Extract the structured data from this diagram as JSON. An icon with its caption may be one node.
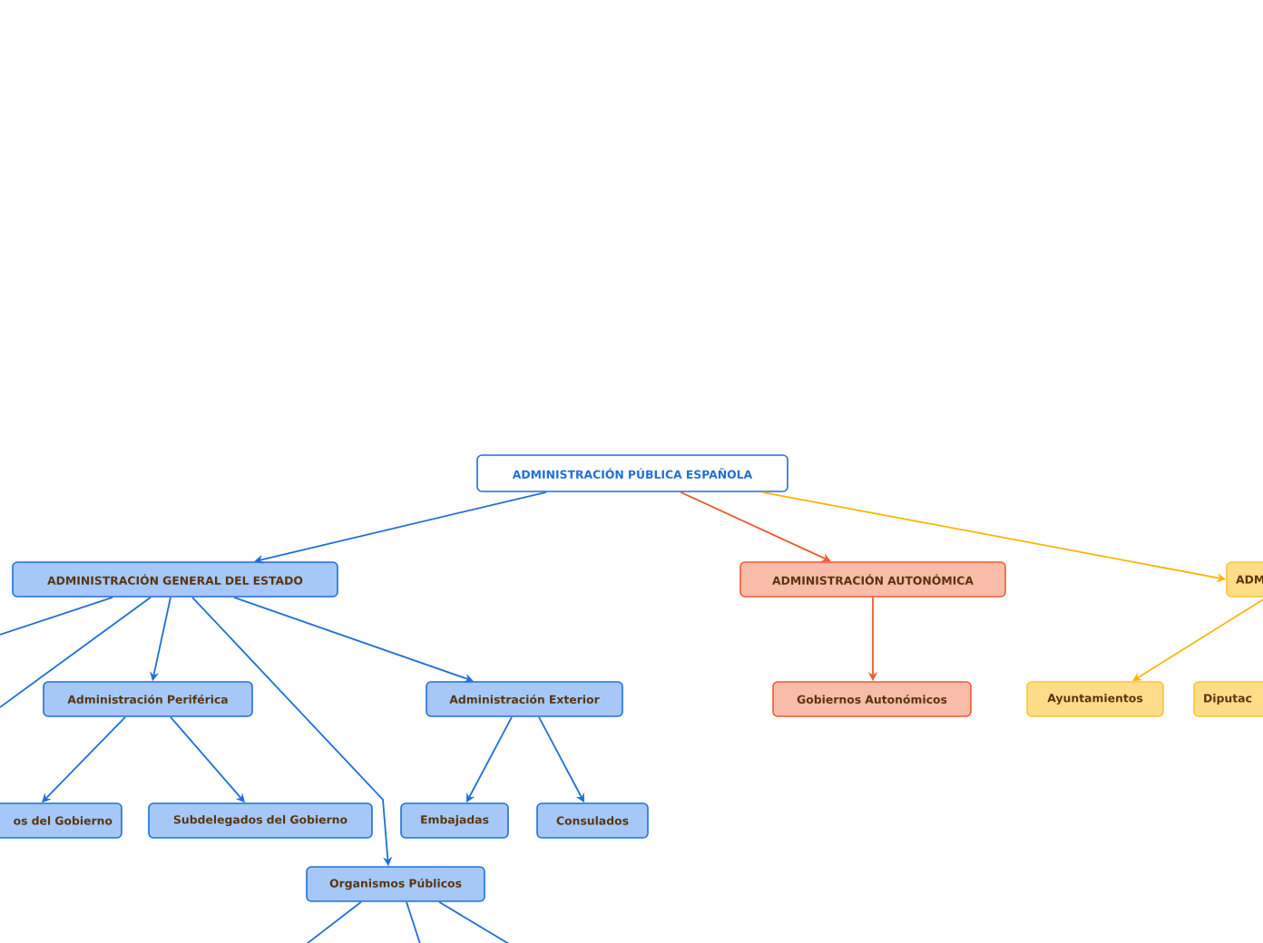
{
  "diagram": {
    "nodes": [
      {
        "text": [
          "ADMINISTRACIÓN PÚBLICA ESPAÑOLA"
        ]
      },
      {
        "text": [
          "ADMINISTRACIÓN GENERAL DEL ESTADO"
        ]
      },
      {
        "text": [
          "ADMINISTRACIÓN AUTONÓMICA"
        ]
      },
      {
        "text": [
          "ADM"
        ]
      },
      {
        "text": [
          "Administración Periférica"
        ]
      },
      {
        "text": [
          "Administración Exterior"
        ]
      },
      {
        "text": [
          "Gobiernos Autonómicos"
        ]
      },
      {
        "text": [
          "Ayuntamientos"
        ]
      },
      {
        "text": [
          "Diputac"
        ]
      },
      {
        "text": [
          "os del Gobierno"
        ]
      },
      {
        "text": [
          "Subdelegados del Gobierno"
        ]
      },
      {
        "text": [
          "Embajadas"
        ]
      },
      {
        "text": [
          "Consulados"
        ]
      },
      {
        "text": [
          "Organismos Públicos"
        ]
      }
    ],
    "edges": [
      {
        "from": 0,
        "to": 1,
        "arrow": "to"
      },
      {
        "from": 0,
        "to": 2,
        "arrow": "to",
        "color": "#f05a32"
      },
      {
        "from": 0,
        "to": 3,
        "arrow": "to",
        "color": "#ffb300"
      },
      {
        "from": 1,
        "to": null,
        "arrow": "none"
      },
      {
        "from": 1,
        "to": null,
        "arrow": "none"
      },
      {
        "from": 1,
        "to": 4,
        "arrow": "to"
      },
      {
        "from": 1,
        "to": 13,
        "arrow": "to"
      },
      {
        "from": 1,
        "to": 5,
        "arrow": "to"
      },
      {
        "from": 2,
        "to": 6,
        "arrow": "to",
        "color": "#f05a32"
      },
      {
        "from": 3,
        "to": 7,
        "arrow": "to",
        "color": "#ffb300"
      },
      {
        "from": 4,
        "to": 9,
        "arrow": "to"
      },
      {
        "from": 4,
        "to": 10,
        "arrow": "to"
      },
      {
        "from": 5,
        "to": 11,
        "arrow": "to"
      },
      {
        "from": 5,
        "to": 12,
        "arrow": "to"
      },
      {
        "from": 13,
        "to": null,
        "arrow": "none"
      },
      {
        "from": 13,
        "to": null,
        "arrow": "none"
      },
      {
        "from": 13,
        "to": null,
        "arrow": "none"
      }
    ]
  }
}
